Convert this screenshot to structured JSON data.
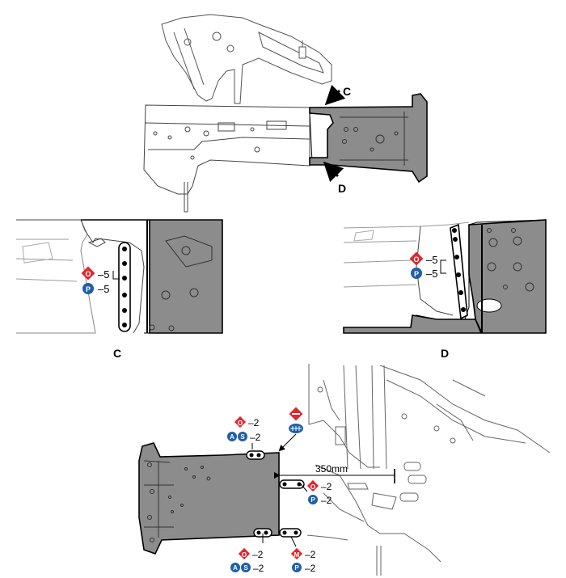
{
  "views": {
    "main": {
      "callout_c": "C",
      "callout_d": "D"
    },
    "detail_c": {
      "caption": "C",
      "spot_red": "O",
      "spot_red_count": "–5",
      "spot_blue": "P",
      "spot_blue_count": "–5"
    },
    "detail_d": {
      "caption": "D",
      "spot_red": "O",
      "spot_red_count": "–5",
      "spot_blue": "P",
      "spot_blue_count": "–5"
    },
    "bottom": {
      "dimension": "350mm",
      "upper_left": {
        "red": "O",
        "red_count": "–2",
        "blue_a": "A",
        "blue_s": "S",
        "blue_count": "–2"
      },
      "right_upper": {
        "red": "O",
        "red_count": "–2",
        "blue": "P",
        "blue_count": "–2"
      },
      "right_lower": {
        "red": "M",
        "red_count": "–2",
        "blue": "P",
        "blue_count": "–2"
      },
      "lower_left": {
        "red": "O",
        "red_count": "–2",
        "blue_a": "A",
        "blue_s": "S",
        "blue_count": "–2"
      }
    }
  },
  "colors": {
    "red_symbol": "#e0282e",
    "blue_symbol": "#1f5fa8",
    "panel_gray": "#8a8a8a",
    "line": "#000000"
  }
}
